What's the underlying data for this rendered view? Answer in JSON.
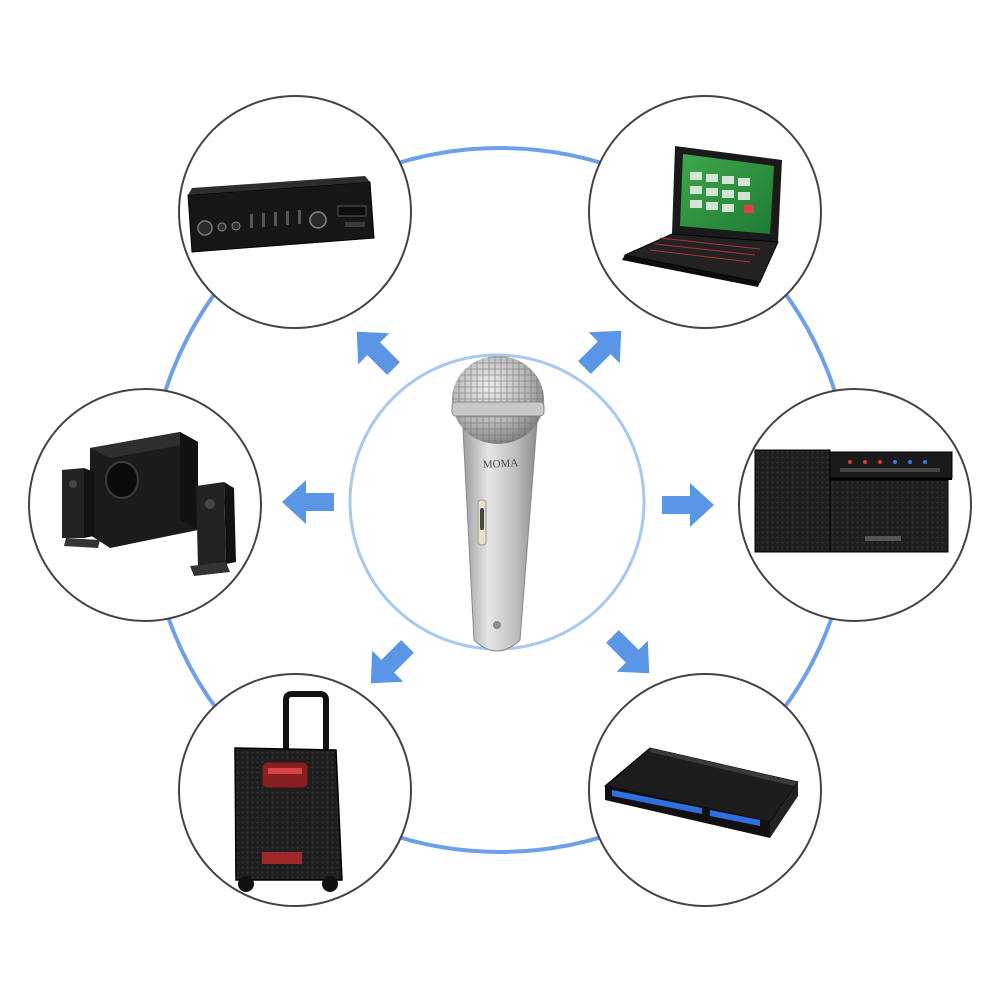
{
  "diagram": {
    "hub": {
      "device": "handheld-microphone",
      "brand_text": "MOMA"
    },
    "devices": [
      {
        "id": "amplifier",
        "icon": "amplifier-icon"
      },
      {
        "id": "laptop",
        "icon": "laptop-icon"
      },
      {
        "id": "speaker-system",
        "icon": "subwoofer-speakers-icon"
      },
      {
        "id": "pa-speaker-stack",
        "icon": "pa-speaker-icon"
      },
      {
        "id": "trolley-speaker",
        "icon": "trolley-speaker-icon"
      },
      {
        "id": "dvd-player",
        "icon": "dvd-player-icon"
      }
    ]
  },
  "colors": {
    "ring": "#6ea0ea",
    "arrow": "#5b95e6",
    "circle_border": "#444444",
    "hub_border": "#a9c8f0",
    "microphone": "#c4c4c4",
    "device_dark": "#1a1a1a"
  }
}
